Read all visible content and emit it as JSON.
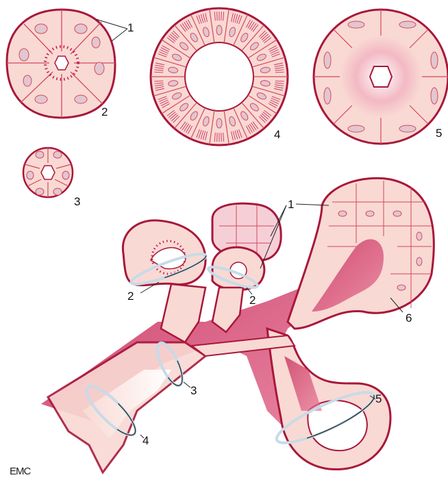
{
  "labels": {
    "top_section_1": "1",
    "top_section_2": "2",
    "top_section_3": "3",
    "top_section_4": "4",
    "top_section_5": "5",
    "gland_1": "1",
    "gland_2a": "2",
    "gland_2b": "2",
    "gland_3": "3",
    "gland_4": "4",
    "gland_5": "5",
    "gland_6": "6"
  },
  "logo": "EMC",
  "colors": {
    "cell_fill": "#f9d9d3",
    "cell_border": "#d4485f",
    "outline": "#a8173b",
    "nucleus": "#e2c6d0",
    "lumen_dark": "#c21a4e",
    "ring": "#c7dbe8"
  }
}
